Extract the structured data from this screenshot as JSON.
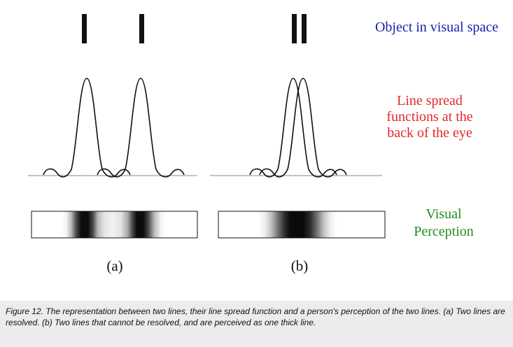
{
  "labels": {
    "object": "Object in visual space",
    "lsf_line1": "Line spread",
    "lsf_line2": "functions at the",
    "lsf_line3": "back of the eye",
    "perception_line1": "Visual",
    "perception_line2": "Perception",
    "panel_a": "(a)",
    "panel_b": "(b)"
  },
  "colors": {
    "object_label": "#1c1cae",
    "lsf_label": "#e8262b",
    "perception_label": "#228b22",
    "curve": "#111111",
    "baseline": "#8a8a8a",
    "caption_bg": "#ececef"
  },
  "caption": "Figure 12. The representation between two lines, their line spread function and a person's perception of the two lines. (a) Two lines are resolved. (b) Two lines that cannot be resolved, and are perceived as one thick line."
}
